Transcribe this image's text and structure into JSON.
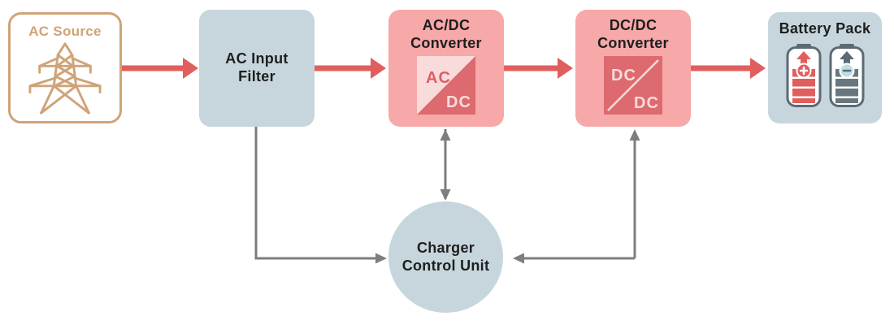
{
  "colors": {
    "accent-red": "#E05E5E",
    "pink": "#F7A8A8",
    "pink-light": "#FADBDC",
    "red-mid": "#DD6A6E",
    "icon-ac-red": "#D96064",
    "blue": "#C6D6DC",
    "tan": "#CFA378",
    "gray-line": "#7E7E7E",
    "text-dark": "#1E1E1E",
    "slate": "#5C6B73",
    "slate-bar": "#68777F",
    "light-blue": "#BFDDE5"
  },
  "diagram": {
    "nodes": [
      {
        "id": "ac-source",
        "label": "AC Source",
        "icon": "transmission-tower"
      },
      {
        "id": "ac-input-filter",
        "label": "AC Input Filter"
      },
      {
        "id": "ac-dc-converter",
        "label": "AC/DC Converter",
        "icon_top_text": "AC",
        "icon_bottom_text": "DC"
      },
      {
        "id": "dc-dc-converter",
        "label": "DC/DC Converter",
        "icon_top_text": "DC",
        "icon_bottom_text": "DC"
      },
      {
        "id": "battery-pack",
        "label": "Battery Pack",
        "positive_symbol": "+",
        "negative_symbol": "−"
      },
      {
        "id": "charger-control-unit",
        "label": "Charger Control Unit"
      }
    ],
    "edges": [
      {
        "from": "AC Source",
        "to": "AC Input Filter",
        "style": "red-arrow"
      },
      {
        "from": "AC Input Filter",
        "to": "AC/DC Converter",
        "style": "red-arrow"
      },
      {
        "from": "AC/DC Converter",
        "to": "DC/DC Converter",
        "style": "red-arrow"
      },
      {
        "from": "DC/DC Converter",
        "to": "Battery Pack",
        "style": "red-arrow"
      },
      {
        "from": "AC Input Filter",
        "to": "Charger Control Unit",
        "style": "gray-arrow"
      },
      {
        "from": "AC/DC Converter",
        "to": "Charger Control Unit",
        "style": "gray-arrow-bidirectional"
      },
      {
        "from": "DC/DC Converter",
        "to": "Charger Control Unit",
        "style": "gray-arrow-bidirectional"
      }
    ]
  }
}
